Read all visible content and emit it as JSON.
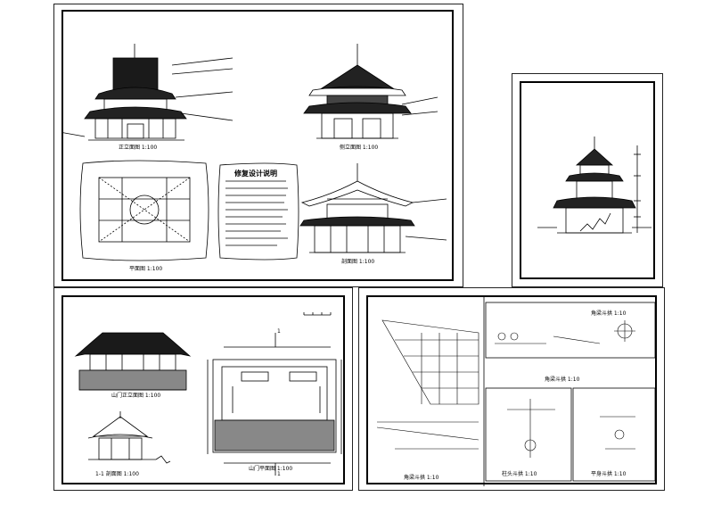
{
  "sheet1": {
    "front_elevation_caption": "正立面图  1:100",
    "side_elevation_caption": "侧立面图  1:100",
    "section_caption": "剖面图  1:100",
    "plan_caption": "平面图  1:100",
    "notes_title": "修复设计说明"
  },
  "sheet3": {
    "gate_elevation_caption": "山门正立面图 1:100",
    "gate_section_caption": "1-1  剖面图  1:100",
    "gate_plan_caption": "山门平面图 1:100",
    "grid_marker_top": "1",
    "grid_marker_bottom": "1"
  },
  "sheet4": {
    "bracket_a_caption": "角梁斗拱 1:10",
    "bracket_b_caption": "角梁斗拱 1:10",
    "bracket_c_caption": "柱头斗拱 1:10",
    "bracket_d_caption": "平身斗拱 1:10",
    "bracket_e_caption": "角梁斗拱 1:10"
  },
  "colors": {
    "ink": "#000000",
    "paper": "#ffffff",
    "roof_fill": "#1a1a1a"
  }
}
